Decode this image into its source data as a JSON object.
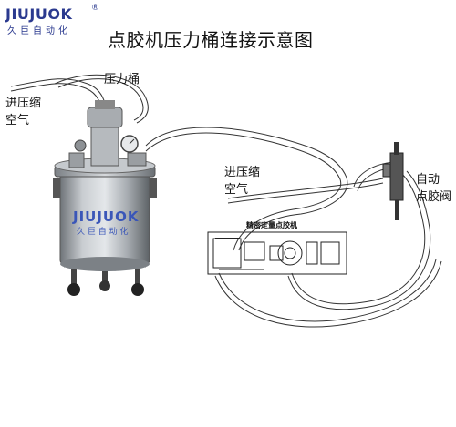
{
  "logo": {
    "brand": "JIUJUOK",
    "sub": "久巨自动化",
    "reg": "®"
  },
  "title": "点胶机压力桶连接示意图",
  "labels": {
    "air_in_left_1": "进压缩",
    "air_in_left_2": "空气",
    "pressure_tank": "压力桶",
    "air_in_mid_1": "进压缩",
    "air_in_mid_2": "空气",
    "valve_1": "自动",
    "valve_2": "点胶阀",
    "machine": "精密定量点胶机",
    "tank_brand": "JIUJUOK",
    "tank_sub": "久 巨 自 动 化"
  },
  "colors": {
    "brand": "#2b3a8f",
    "tank_body": "#9ea3a8",
    "line": "#333333"
  }
}
